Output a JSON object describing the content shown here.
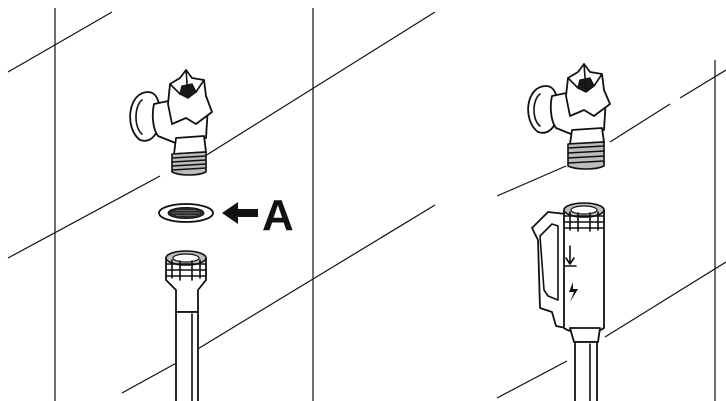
{
  "callout": {
    "label": "A"
  },
  "panels": [
    {
      "parts": [
        "wall-tile-lines",
        "water-tap",
        "tap-thread",
        "filter-washer",
        "hose-coupling",
        "hose"
      ]
    },
    {
      "parts": [
        "wall-tile-lines",
        "water-tap",
        "tap-thread",
        "safety-valve-housing",
        "hose"
      ]
    }
  ],
  "icons": [
    "arrow-left-icon",
    "lightning-icon"
  ]
}
